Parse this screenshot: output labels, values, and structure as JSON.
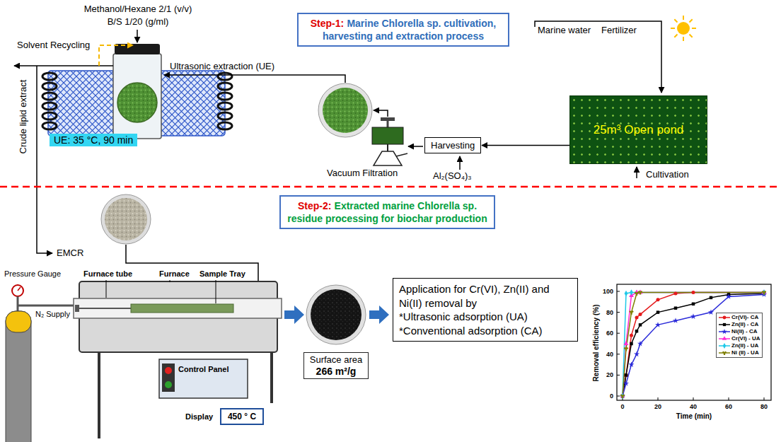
{
  "diagram": {
    "nodes": [
      {
        "text": [
          "Step-1:",
          "Marine Chlorella sp. cultivation, harvesting and extraction process"
        ]
      },
      {
        "text": [
          "UE: 35 °C, 90 min"
        ]
      },
      {
        "text": [
          "Harvesting"
        ]
      },
      {
        "text": [
          "25m³ Open pond"
        ]
      },
      {
        "text": [
          "Step-2:",
          "Extracted marine Chlorella sp. residue processing for biochar production"
        ]
      },
      {
        "text": [
          "Surface area",
          "266 m²/g"
        ]
      },
      {
        "text": [
          "Application for Cr(VI), Zn(II) and Ni(II) removal by",
          "*Ultrasonic adsorption (UA)",
          "*Conventional adsorption (CA)"
        ]
      }
    ],
    "edges": [
      {
        "from": 3,
        "to": 2,
        "arrow": "to"
      }
    ],
    "labels": [
      "Methanol/Hexane 2/1 (v/v)",
      "B/S 1/20 (g/ml)",
      "Solvent Recycling",
      "Crude lipid extract",
      "Ultrasonic extraction (UE)",
      "Marine water",
      "Fertilizer",
      "Al₂(SO₄)₃",
      "Vacuum Filtration",
      "Cultivation",
      "EMCR",
      "Pressure Gauge",
      "N₂ Supply",
      "Furnace tube",
      "Furnace",
      "Sample Tray",
      "Control Panel",
      "Display",
      "450 ° C",
      "100",
      "80",
      "60",
      "40",
      "20",
      "0",
      "0",
      "20",
      "40",
      "60",
      "80",
      "Removal efficiency (%)",
      "Time (min)"
    ],
    "legend": [
      {
        "text": "Cr(VI)- CA"
      },
      {
        "text": "Zn(II) - CA"
      },
      {
        "text": "Ni(II) - CA"
      },
      {
        "text": "Cr(VI) - UA"
      },
      {
        "text": "Zn(II) - UA"
      },
      {
        "text": "Ni (II) - UA"
      }
    ]
  }
}
